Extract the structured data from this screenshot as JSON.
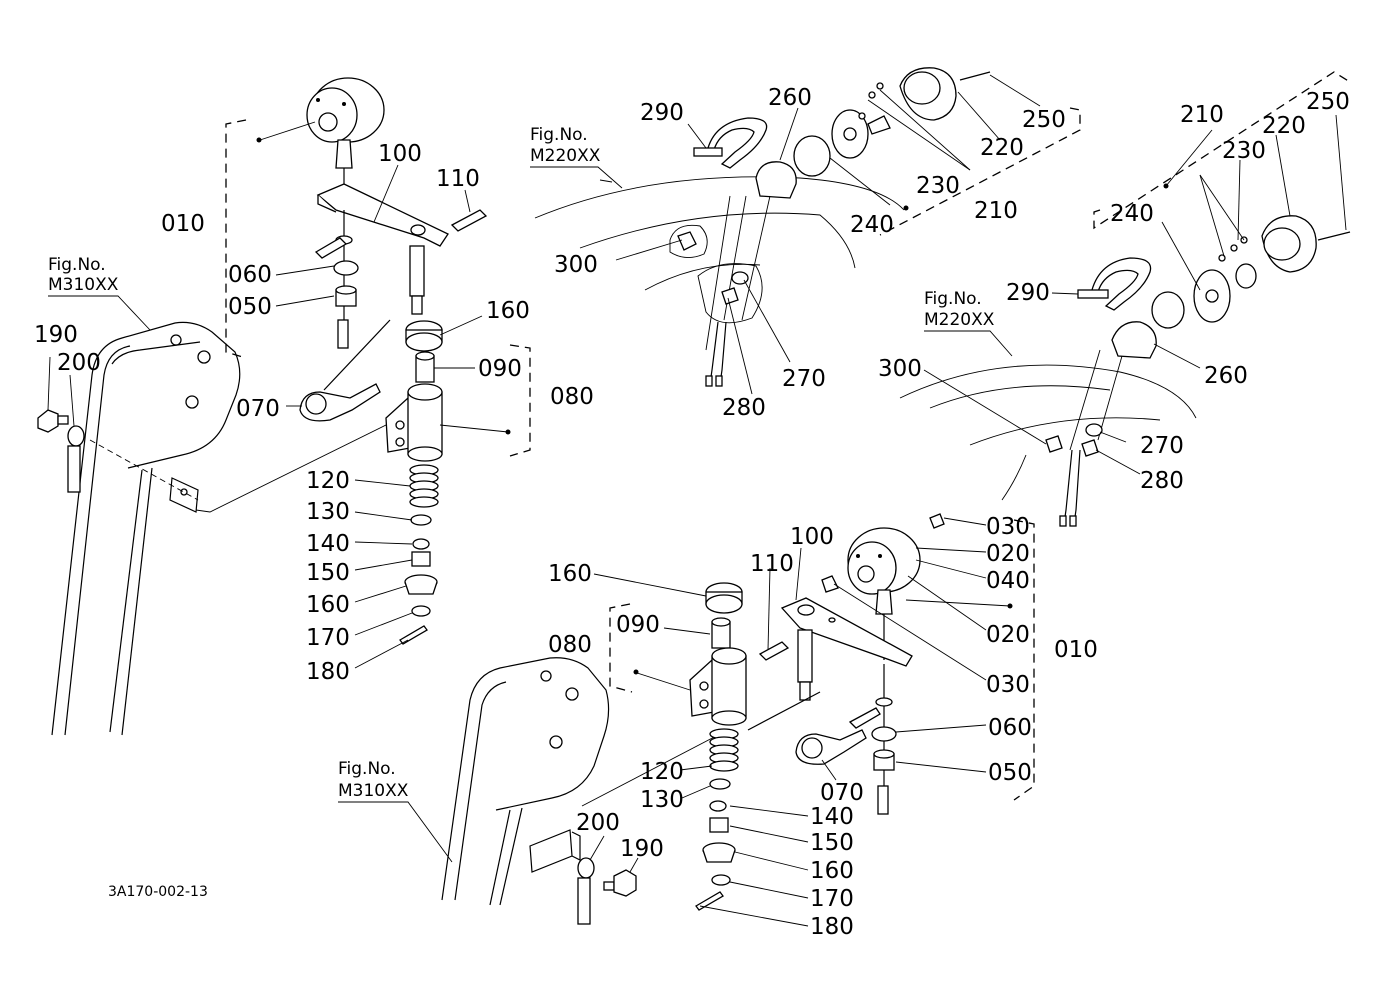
{
  "diagram": {
    "drawing_code": "3A170-002-13",
    "fig_refs": {
      "m310_left": {
        "line1": "Fig.No.",
        "line2": "M310XX"
      },
      "m310_bottom": {
        "line1": "Fig.No.",
        "line2": "M310XX"
      },
      "m220_top": {
        "line1": "Fig.No.",
        "line2": "M220XX"
      },
      "m220_right": {
        "line1": "Fig.No.",
        "line2": "M220XX"
      }
    },
    "left_assembly": {
      "p010": "010",
      "p060": "060",
      "p050": "050",
      "p100": "100",
      "p110": "110",
      "p160a": "160",
      "p090": "090",
      "p080": "080",
      "p070": "070",
      "p120": "120",
      "p130": "130",
      "p140": "140",
      "p150": "150",
      "p160b": "160",
      "p170": "170",
      "p180": "180",
      "p190": "190",
      "p200": "200"
    },
    "top_lamp": {
      "p290": "290",
      "p260": "260",
      "p250": "250",
      "p220": "220",
      "p230": "230",
      "p240": "240",
      "p210": "210",
      "p300": "300",
      "p270": "270",
      "p280": "280"
    },
    "right_lamp": {
      "p210": "210",
      "p250": "250",
      "p220": "220",
      "p230": "230",
      "p240": "240",
      "p290": "290",
      "p260": "260",
      "p300": "300",
      "p270": "270",
      "p280": "280"
    },
    "bottom_assembly": {
      "p030a": "030",
      "p020a": "020",
      "p040": "040",
      "p020b": "020",
      "p010": "010",
      "p030b": "030",
      "p100": "100",
      "p110": "110",
      "p160a": "160",
      "p090": "090",
      "p080": "080",
      "p060": "060",
      "p050": "050",
      "p070": "070",
      "p120": "120",
      "p130": "130",
      "p140": "140",
      "p150": "150",
      "p160b": "160",
      "p170": "170",
      "p180": "180",
      "p200": "200",
      "p190": "190"
    }
  }
}
